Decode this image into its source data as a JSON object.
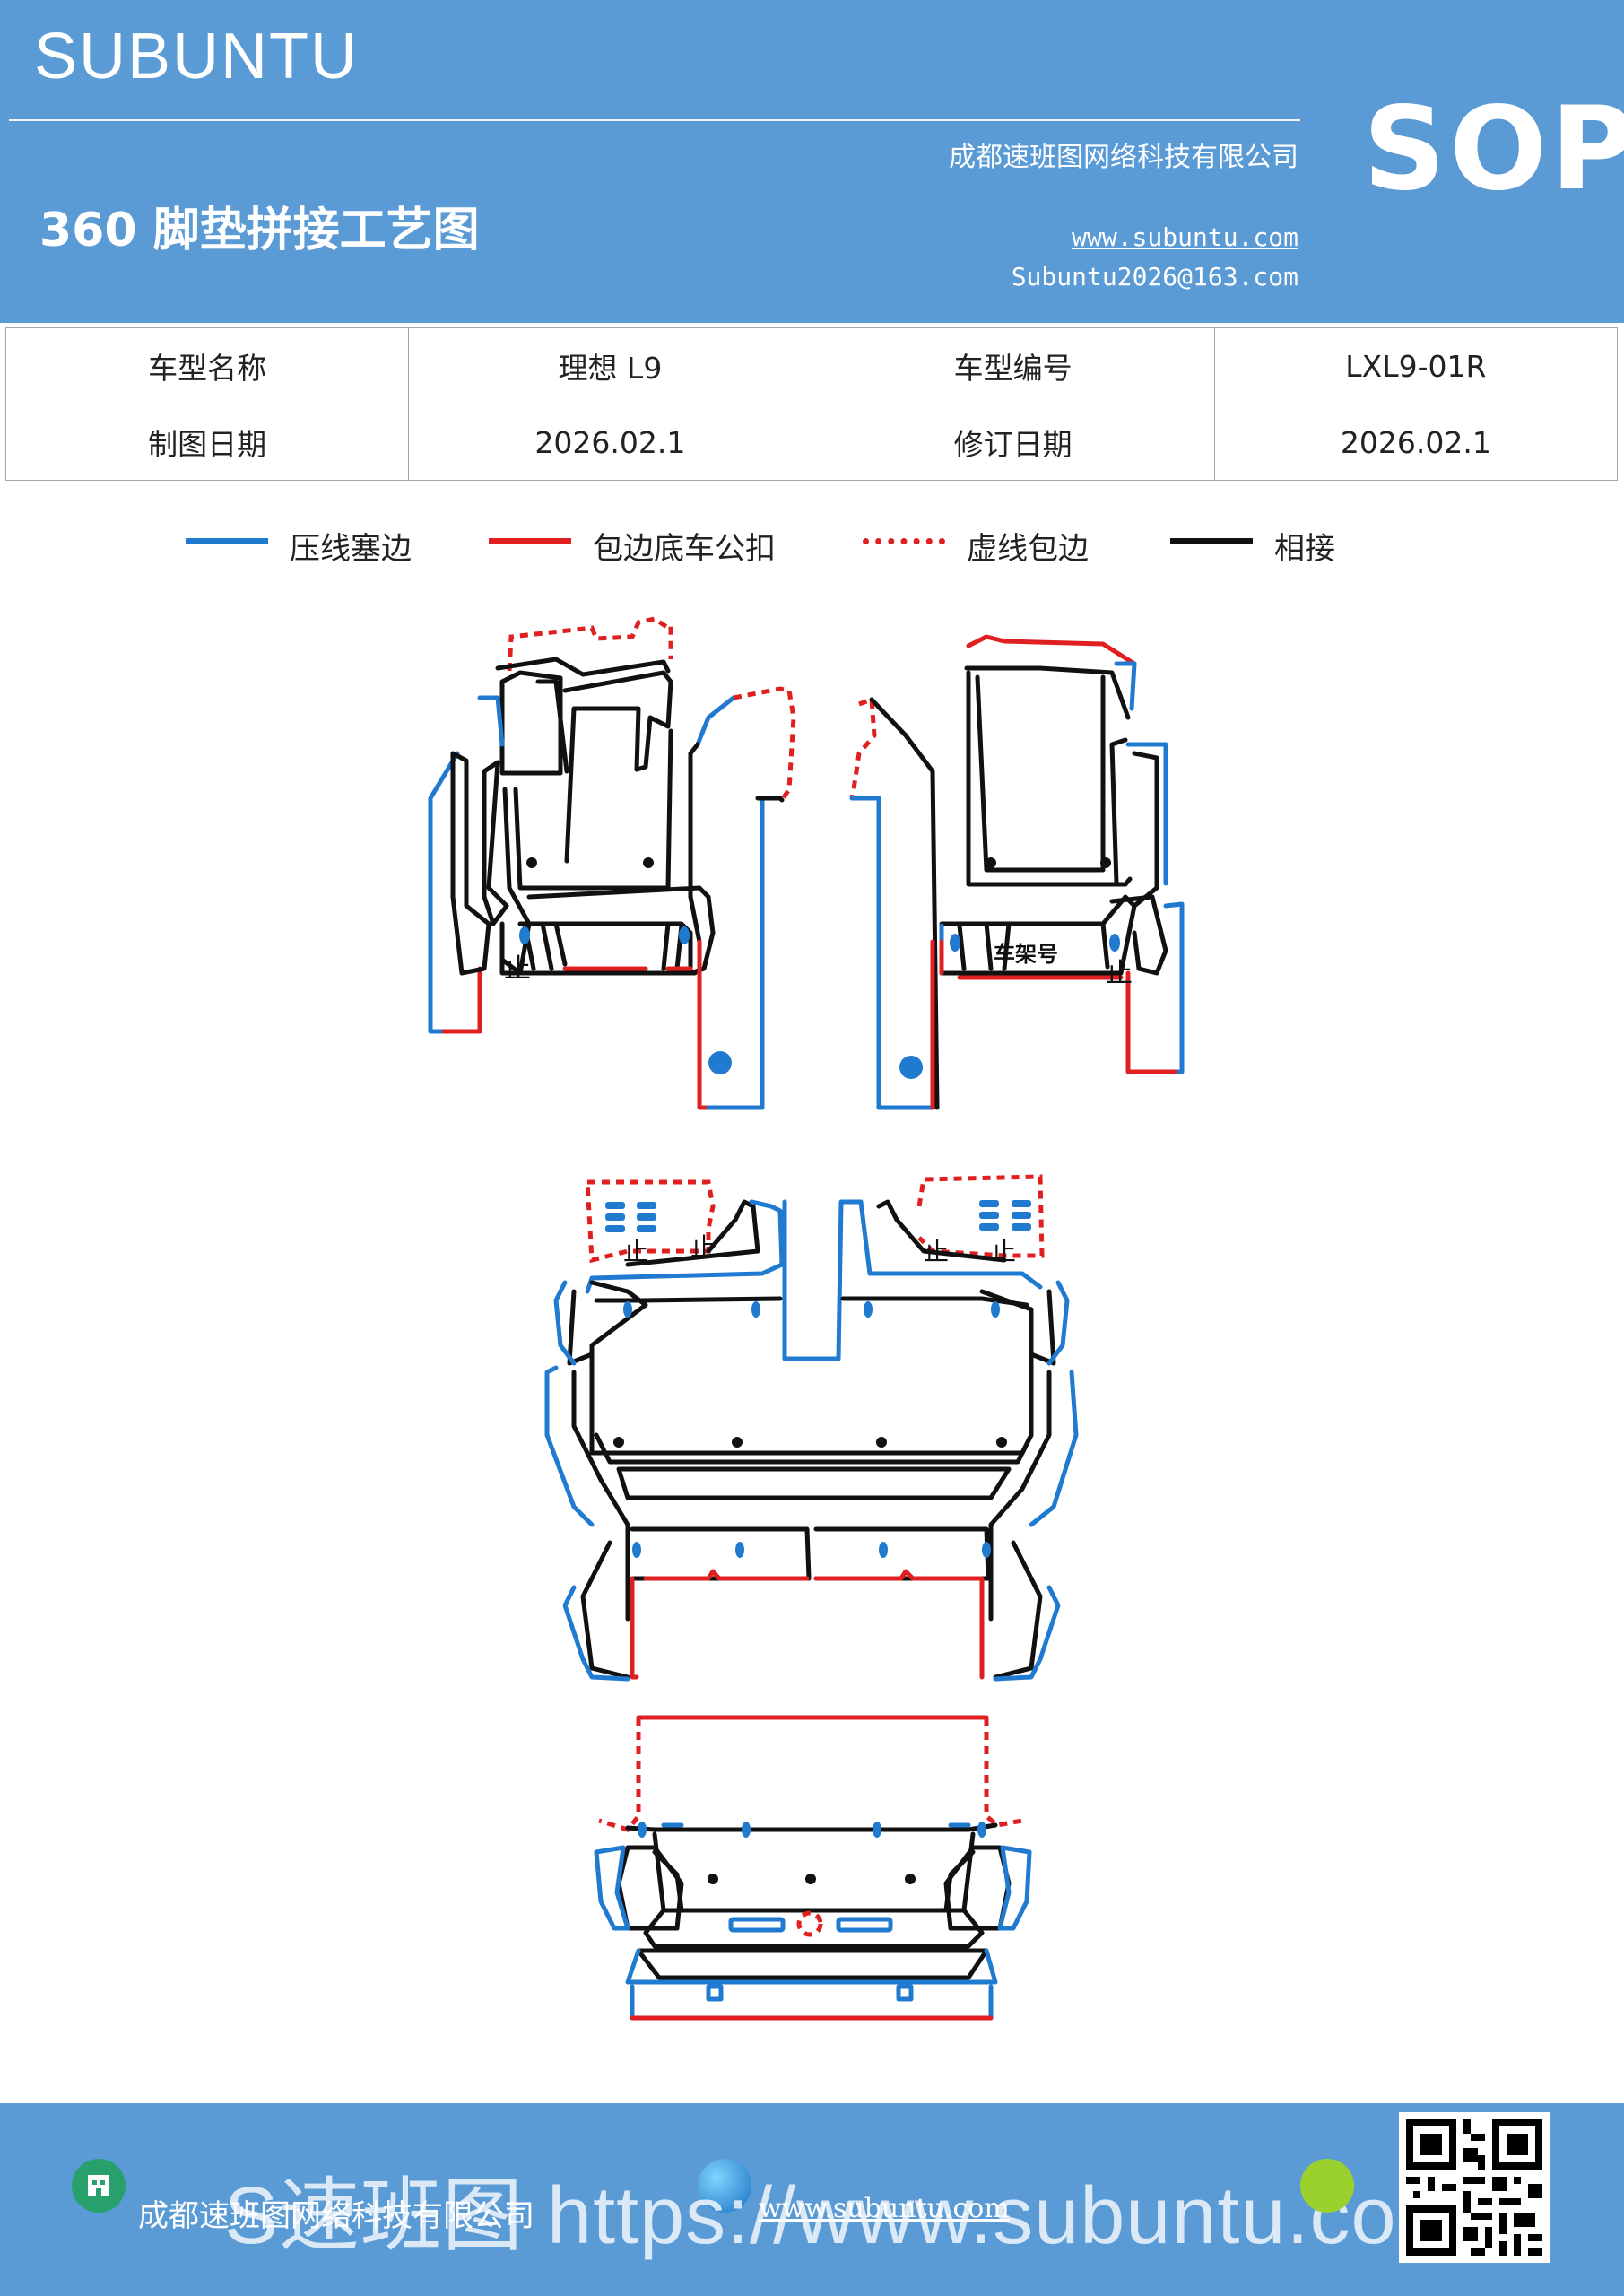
{
  "header": {
    "brand": "SUBUNTU",
    "title": "360 脚垫拼接工艺图",
    "company": "成都速班图网络科技有限公司",
    "website": "www.subuntu.com",
    "email": "Subuntu2026@163.com",
    "badge": "SOP"
  },
  "info_table": {
    "rows": [
      [
        "车型名称",
        "理想 L9",
        "车型编号",
        "LXL9-01R"
      ],
      [
        "制图日期",
        "2026.02.1",
        "修订日期",
        "2026.02.1"
      ]
    ]
  },
  "legend": [
    {
      "label": "压线塞边",
      "color": "#1f7ad0",
      "style": "solid"
    },
    {
      "label": "包边底车公扣",
      "color": "#e02020",
      "style": "solid"
    },
    {
      "label": "虚线包边",
      "color": "#e02020",
      "style": "dashed"
    },
    {
      "label": "相接",
      "color": "#111111",
      "style": "solid"
    }
  ],
  "diagram": {
    "vin_label": "车架号",
    "stop_mark": "止"
  },
  "footer": {
    "company": "成都速班图网络科技有限公司",
    "website": "www.subuntu.com",
    "watermark": "S速班图 https://www.subuntu.com"
  },
  "colors": {
    "header_bg": "#5b9bd5",
    "press_line": "#1f7ad0",
    "wrap_line": "#e02020",
    "join_line": "#111111"
  }
}
